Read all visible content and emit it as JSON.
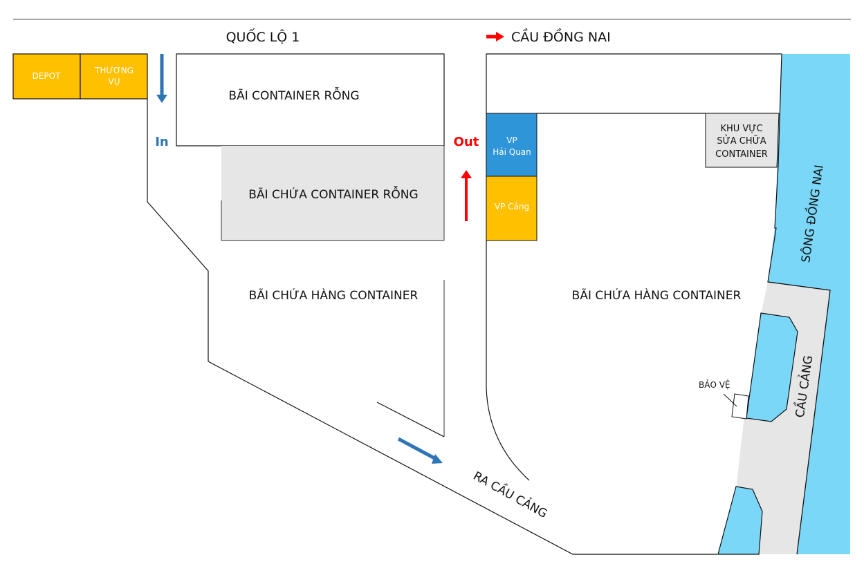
{
  "header": {
    "road_label": "QUỐC LỘ 1",
    "bridge_label": "CẦU ĐỒNG NAI",
    "bridge_arrow_icon": "right-arrow-icon"
  },
  "colors": {
    "yellow": "#FFC000",
    "blue_office": "#2E95D8",
    "river": "#7AD7F8",
    "gray_area": "#E6E6E6",
    "in_blue": "#2E75B6",
    "out_red": "#FF0000"
  },
  "buildings": {
    "depot": "DEPOT",
    "thuong_vu_line1": "THƯƠNG",
    "thuong_vu_line2": "VỤ",
    "vp_hai_quan_line1": "VP",
    "vp_hai_quan_line2": "Hải Quan",
    "vp_cang": "VP Cảng",
    "repair_line1": "KHU VỰC",
    "repair_line2": "SỬA CHỮA",
    "repair_line3": "CONTAINER",
    "guard": "BẢO VỆ"
  },
  "areas": {
    "empty_container_yard": "BÃI CONTAINER RỖNG",
    "empty_container_storage": "BÃI CHỨA CONTAINER RỖNG",
    "cargo_container_yard_left": "BÃI CHỨA HÀNG CONTAINER",
    "cargo_container_yard_right": "BÃI CHỨA HÀNG CONTAINER",
    "river": "SÔNG ĐỒNG NAI",
    "port_wharf": "CẦU CẢNG",
    "to_wharf_road": "RA CẦU CẢNG"
  },
  "flow": {
    "in_label": "In",
    "out_label": "Out"
  }
}
